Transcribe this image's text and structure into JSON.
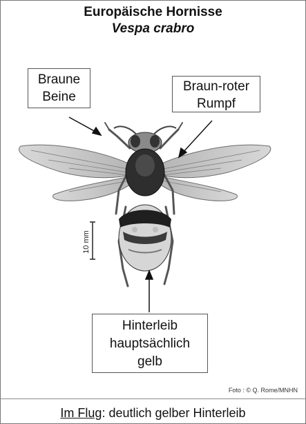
{
  "title": "Europäische Hornisse",
  "subtitle": "Vespa crabro",
  "labels": {
    "legs": [
      "Braune",
      "Beine"
    ],
    "thorax": [
      "Braun-roter",
      "Rumpf"
    ],
    "abdomen": [
      "Hinterleib",
      "hauptsächlich",
      "gelb"
    ]
  },
  "scale_bar": "10 mm",
  "photo_credit": "Foto : © Q. Rome/MNHN",
  "footer": {
    "emphasis": "Im Flug",
    "rest": ": deutlich gelber Hinterleib"
  },
  "colors": {
    "text": "#111111",
    "border": "#555555",
    "hornet_dark": "#2a2a2a",
    "hornet_light": "#d8d8d8"
  }
}
